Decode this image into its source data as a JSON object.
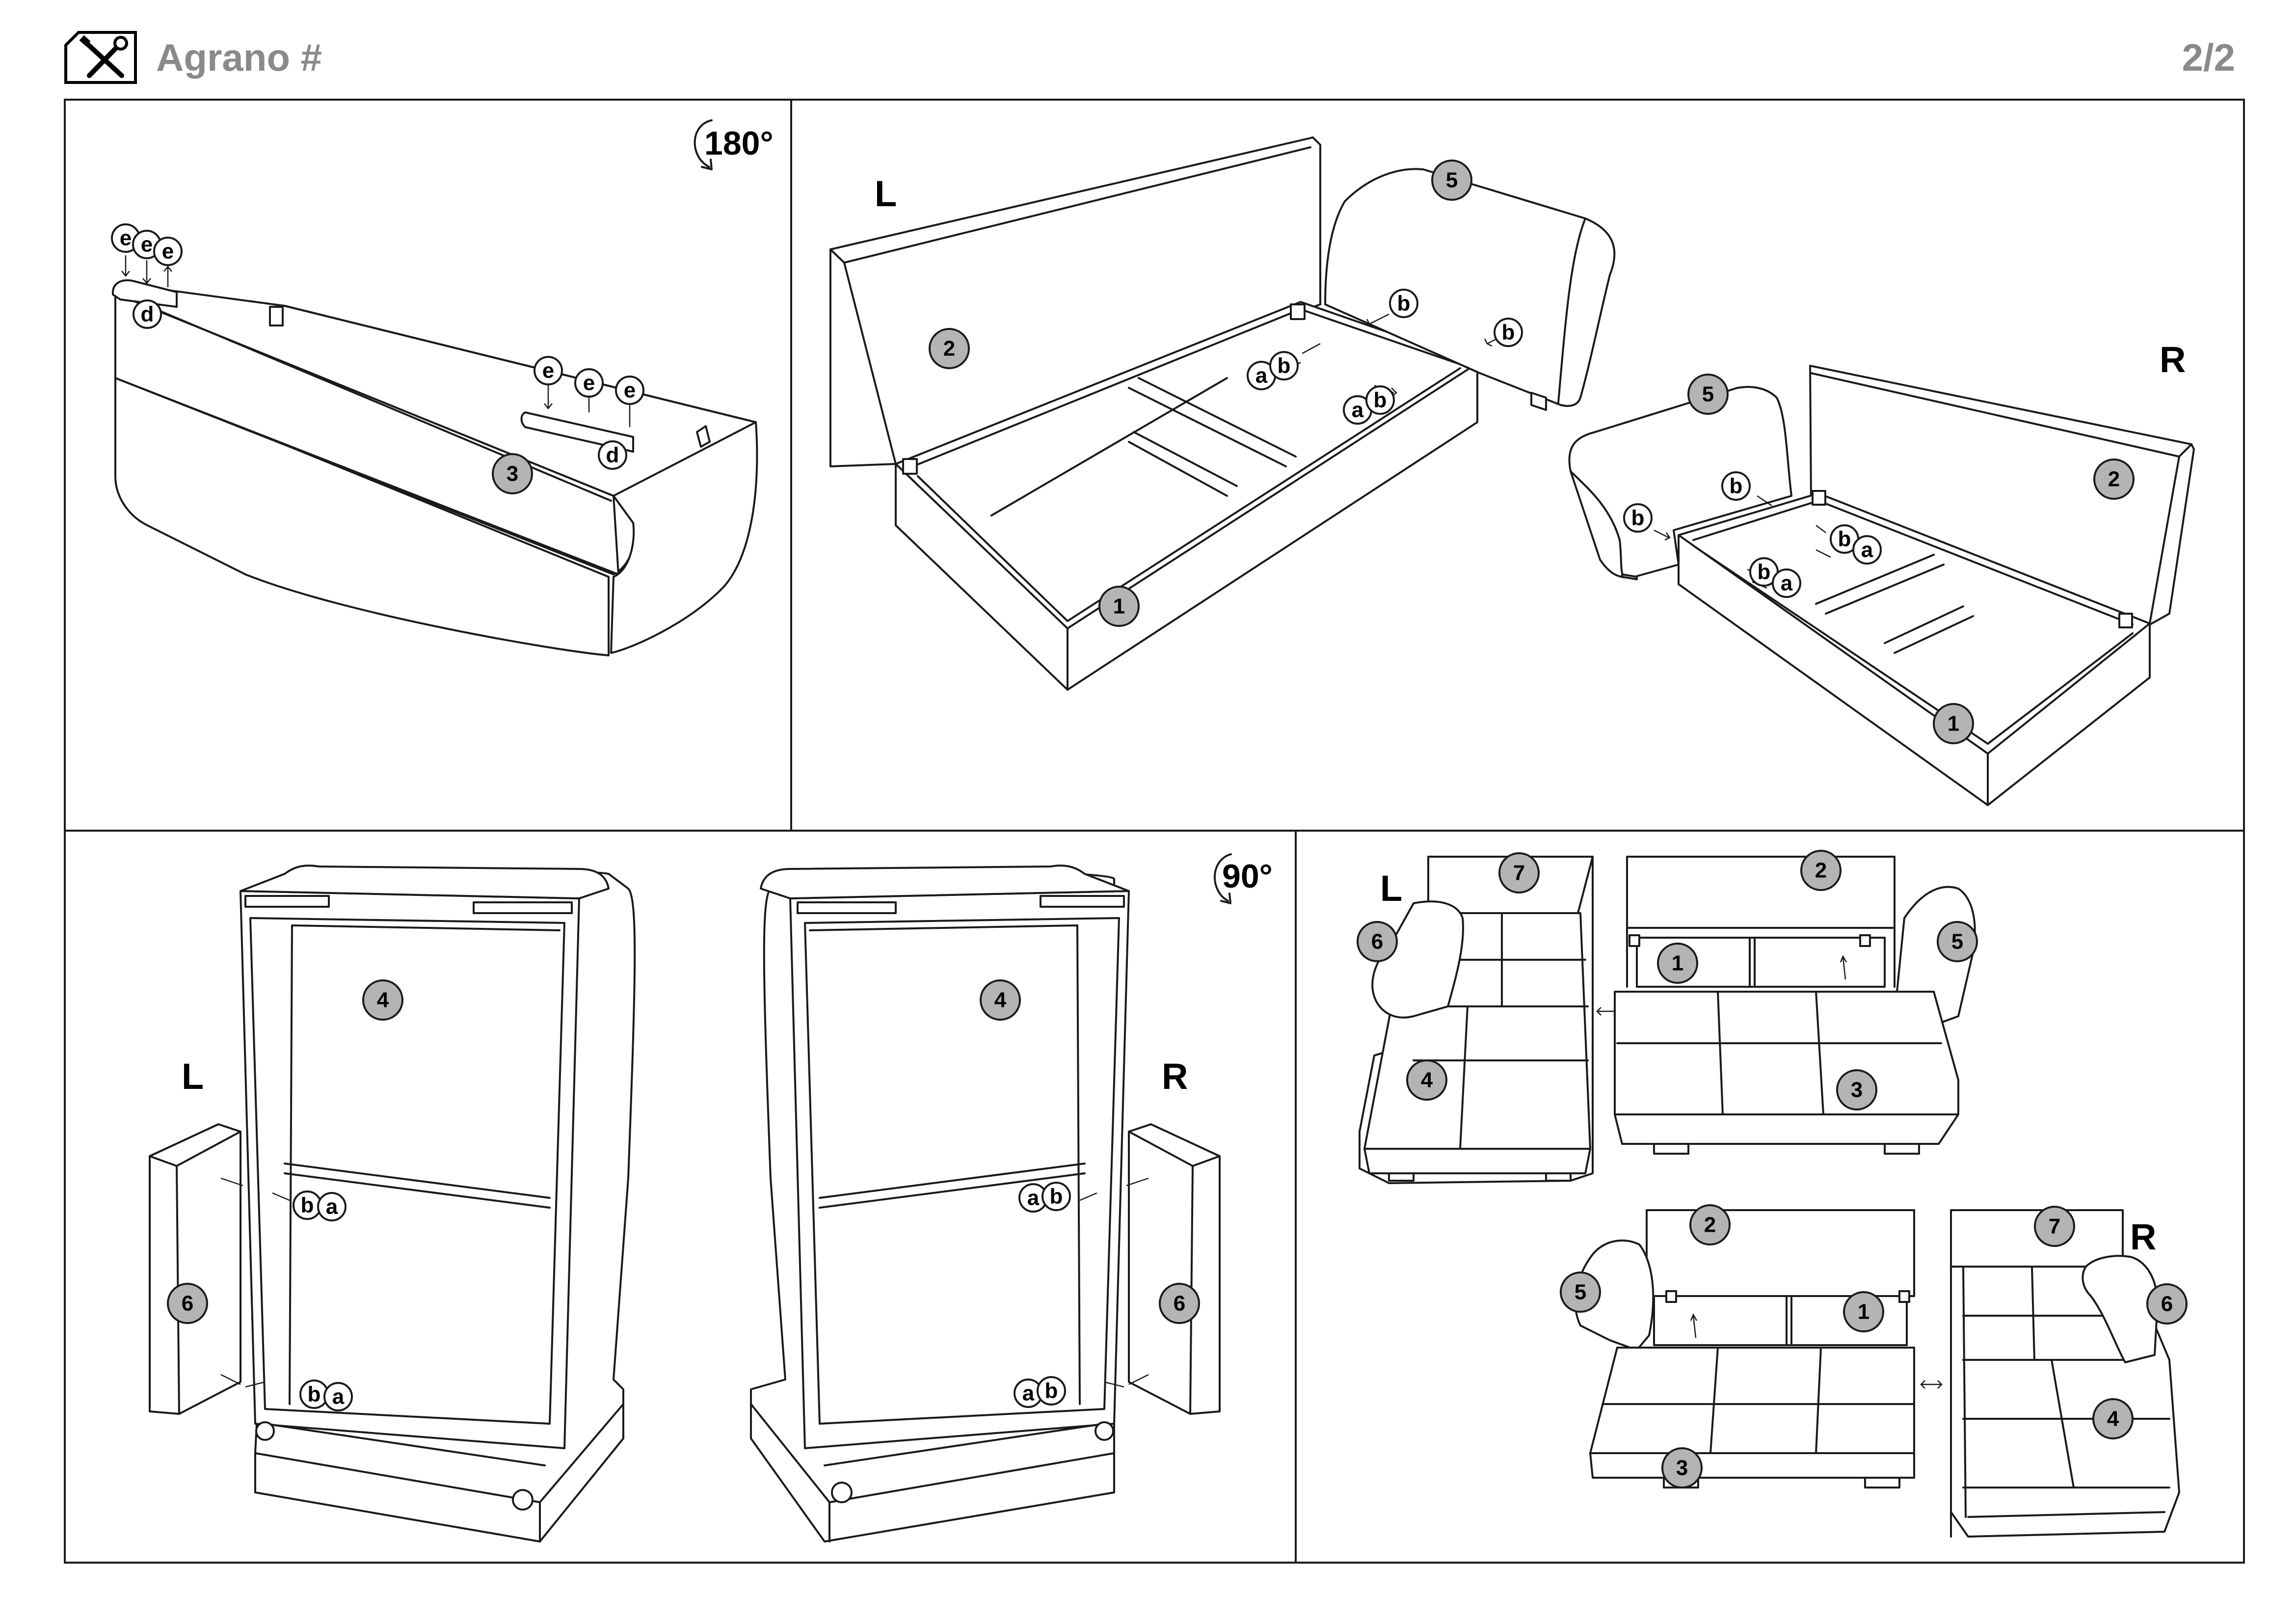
{
  "header": {
    "title": "Agrano #",
    "page": "2/2",
    "icon": "tools-icon"
  },
  "colors": {
    "part_badge": "#b4b4b4",
    "header_text": "#8a8a8a",
    "border": "#1a1a1a"
  },
  "panel1": {
    "rotation": "180°",
    "parts": [
      "3"
    ],
    "fittings": [
      "e",
      "e",
      "e",
      "d",
      "e",
      "e",
      "e",
      "d"
    ]
  },
  "panel2": {
    "side_left": "L",
    "side_right": "R",
    "parts": [
      "1",
      "2",
      "5",
      "1",
      "2",
      "5"
    ],
    "fittings": [
      "b",
      "b",
      "a",
      "b",
      "a",
      "b",
      "b",
      "b",
      "b",
      "a",
      "b",
      "a"
    ]
  },
  "panel3": {
    "rotation": "90°",
    "side_left": "L",
    "side_right": "R",
    "parts": [
      "4",
      "4",
      "6",
      "6"
    ],
    "fittings": [
      "b",
      "a",
      "b",
      "a",
      "a",
      "b",
      "a",
      "b"
    ]
  },
  "panel4": {
    "side_left": "L",
    "side_right": "R",
    "parts": [
      "7",
      "2",
      "6",
      "1",
      "5",
      "4",
      "3",
      "2",
      "7",
      "5",
      "1",
      "6",
      "4",
      "3"
    ]
  }
}
